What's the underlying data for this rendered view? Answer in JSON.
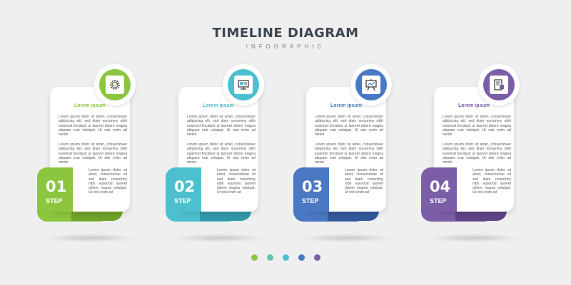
{
  "title": "TIMELINE DIAGRAM",
  "subtitle": "INFOGRAPHIC",
  "lorem": {
    "p1": "Lorem ipsum dolor sit amet, consectetuer adipiscing elit, sed diam nonummy nibh euismod tincidunt ut laoreet dolore magna aliquam erat volutpat. Ut wisi enim ad minim",
    "p2": "Lorem ipsum dolor sit amet, consectetuer adipiscing elit, sed diam nonummy nibh euismod tincidunt ut laoreet dolore magna aliquam erat volutpat. Ut wisi enim ad minim",
    "p3": "Lorem ipsum dolor sit amet, consectetuer sit sed diam nonummy nibh euismod laoreet dolore magna volutpat. Ut wisi enim ad"
  },
  "steps": [
    {
      "number": "01",
      "label": "STEP",
      "heading": "Lorem ipsum",
      "icon": "gear-chart-icon",
      "color": "#8cc63f",
      "dark": "#6fa32a"
    },
    {
      "number": "02",
      "label": "STEP",
      "heading": "Lorem ipsum",
      "icon": "monitor-icon",
      "color": "#4dc0cf",
      "dark": "#3299a8"
    },
    {
      "number": "03",
      "label": "STEP",
      "heading": "Lorem ipsum",
      "icon": "presentation-board-icon",
      "color": "#4a78c2",
      "dark": "#34599a"
    },
    {
      "number": "04",
      "label": "STEP",
      "heading": "Lorem ipsum",
      "icon": "document-icon",
      "color": "#7b5ea7",
      "dark": "#5f4585"
    }
  ],
  "dots": [
    "#8cc63f",
    "#63c5a6",
    "#4dc0cf",
    "#4a78c2",
    "#7b5ea7"
  ]
}
